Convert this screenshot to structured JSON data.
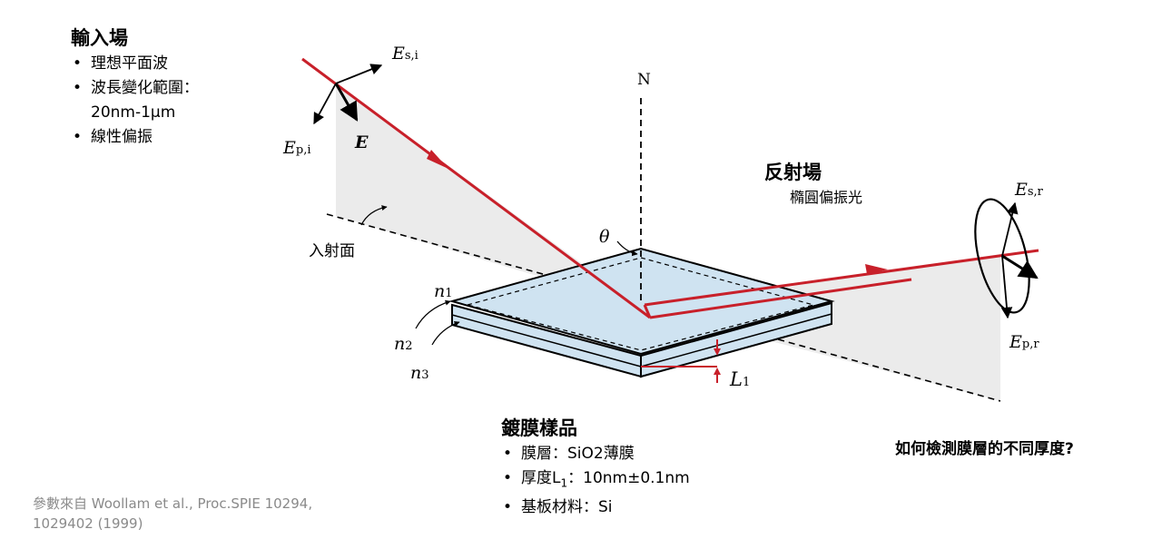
{
  "input_field": {
    "title": "輸入場",
    "bullets": [
      "理想平面波",
      "波長變化範圍：",
      "線性偏振"
    ],
    "range": "20nm-1μm"
  },
  "reflected_field": {
    "title": "反射場",
    "subtitle": "橢圓偏振光"
  },
  "sample": {
    "title": "鍍膜樣品",
    "film_prefix": "膜層：",
    "film_value": "SiO2薄膜",
    "thickness_prefix": "厚度L",
    "thickness_sub": "1",
    "thickness_value": "：10nm±0.1nm",
    "substrate": "基板材料：Si"
  },
  "question": "如何檢測膜層的不同厚度?",
  "reference": {
    "prefix": "參數來自",
    "citation_line1": "Woollam et al., Proc.SPIE 10294,",
    "citation_line2": "1029402 (1999)"
  },
  "labels": {
    "normal": "N",
    "theta": "θ",
    "incidence_plane": "入射面",
    "E": "E",
    "Es_i": "E",
    "Es_i_sub": "s,i",
    "Ep_i": "E",
    "Ep_i_sub": "p,i",
    "Es_r": "E",
    "Es_r_sub": "s,r",
    "Ep_r": "E",
    "Ep_r_sub": "p,r",
    "n1": "n",
    "n1_sub": "1",
    "n2": "n",
    "n2_sub": "2",
    "n3": "n",
    "n3_sub": "3",
    "L1": "L",
    "L1_sub": "1"
  },
  "colors": {
    "beam": "#c8202a",
    "film": "#cfe3f1",
    "plane_shade": "#ebebeb",
    "gray_text": "#8a8a8a"
  }
}
